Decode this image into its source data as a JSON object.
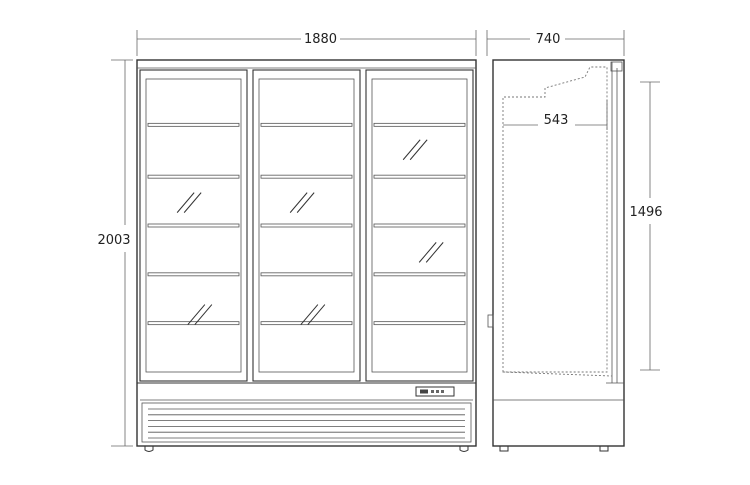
{
  "dimensions": {
    "total_width": "1880",
    "side_depth": "740",
    "total_height": "2003",
    "inner_depth": "543",
    "inner_height": "1496"
  },
  "views": {
    "front": {
      "door_count": 3,
      "shelves_per_door": 5
    },
    "side": {}
  },
  "colors": {
    "line": "#333333",
    "dimension_line": "#666666",
    "background": "#ffffff"
  }
}
